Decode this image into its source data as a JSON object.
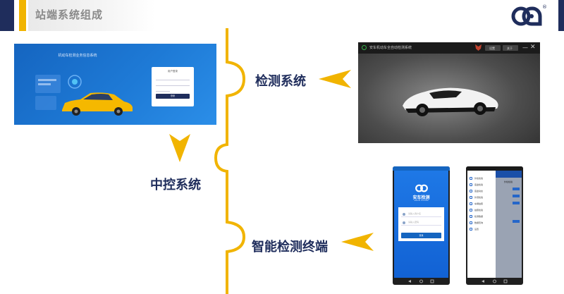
{
  "header": {
    "title": "站端系统组成",
    "logo_icon": "company-logo-icon",
    "logo_mark": "®"
  },
  "labels": {
    "detection": "检测系统",
    "central": "中控系统",
    "terminal": "智能检测终端"
  },
  "colors": {
    "navy": "#1f2d5c",
    "gold": "#f1b400",
    "web_blue": "#1565c0",
    "app_dark": "#1b1b1b"
  },
  "web_login": {
    "title": "机动车检测业务信息系统",
    "card_title": "用户登录",
    "button": "登录"
  },
  "desktop_app": {
    "title": "安车机动车全自动检测系统",
    "btn1": "设置",
    "btn2": "关于"
  },
  "phone_login": {
    "brand": "安车检测",
    "subtitle": "ANCHE TESTING",
    "field_user": "请输入用户名",
    "field_pass": "请输入密码",
    "button": "登录"
  },
  "phone_menu": {
    "items": [
      "外检检验",
      "底盘检验",
      "底盘动态",
      "外观检验",
      "车辆拍照",
      "拍照检验",
      "检测数据",
      "数据查询",
      "设置"
    ],
    "right_header": "外检检验"
  }
}
